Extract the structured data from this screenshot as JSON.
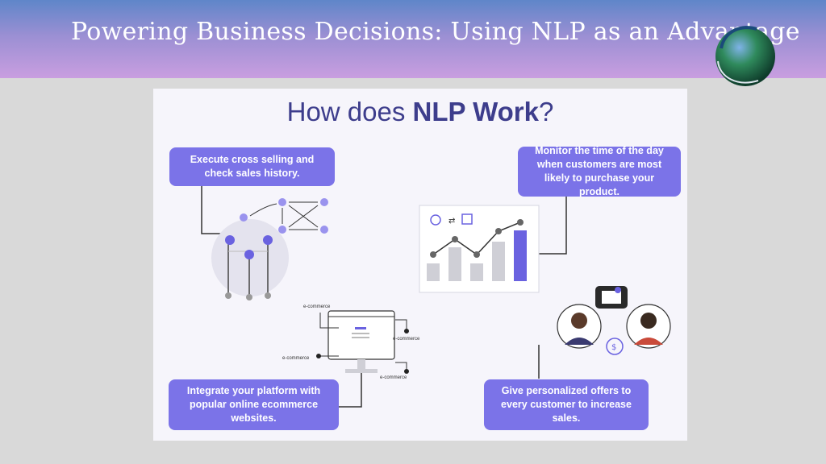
{
  "banner": {
    "title": "Powering Business Decisions: Using NLP as an Advantage",
    "logo_icon": "sphere-logo-icon",
    "colors": {
      "gradient_top": "#5f86c9",
      "gradient_bottom": "#c99ee0"
    }
  },
  "slide": {
    "title_prefix": "How does ",
    "title_bold": "NLP Work",
    "title_suffix": "?",
    "accent_color": "#7b73e8",
    "callouts": {
      "cross_selling": "Execute cross selling and check sales history.",
      "monitor_time": "Monitor the time of the day when customers are most likely to purchase your product.",
      "integrate": "Integrate your platform with popular online ecommerce websites.",
      "offers": "Give personalized offers to every customer to increase sales."
    },
    "ecommerce_label": "e-commerce"
  }
}
